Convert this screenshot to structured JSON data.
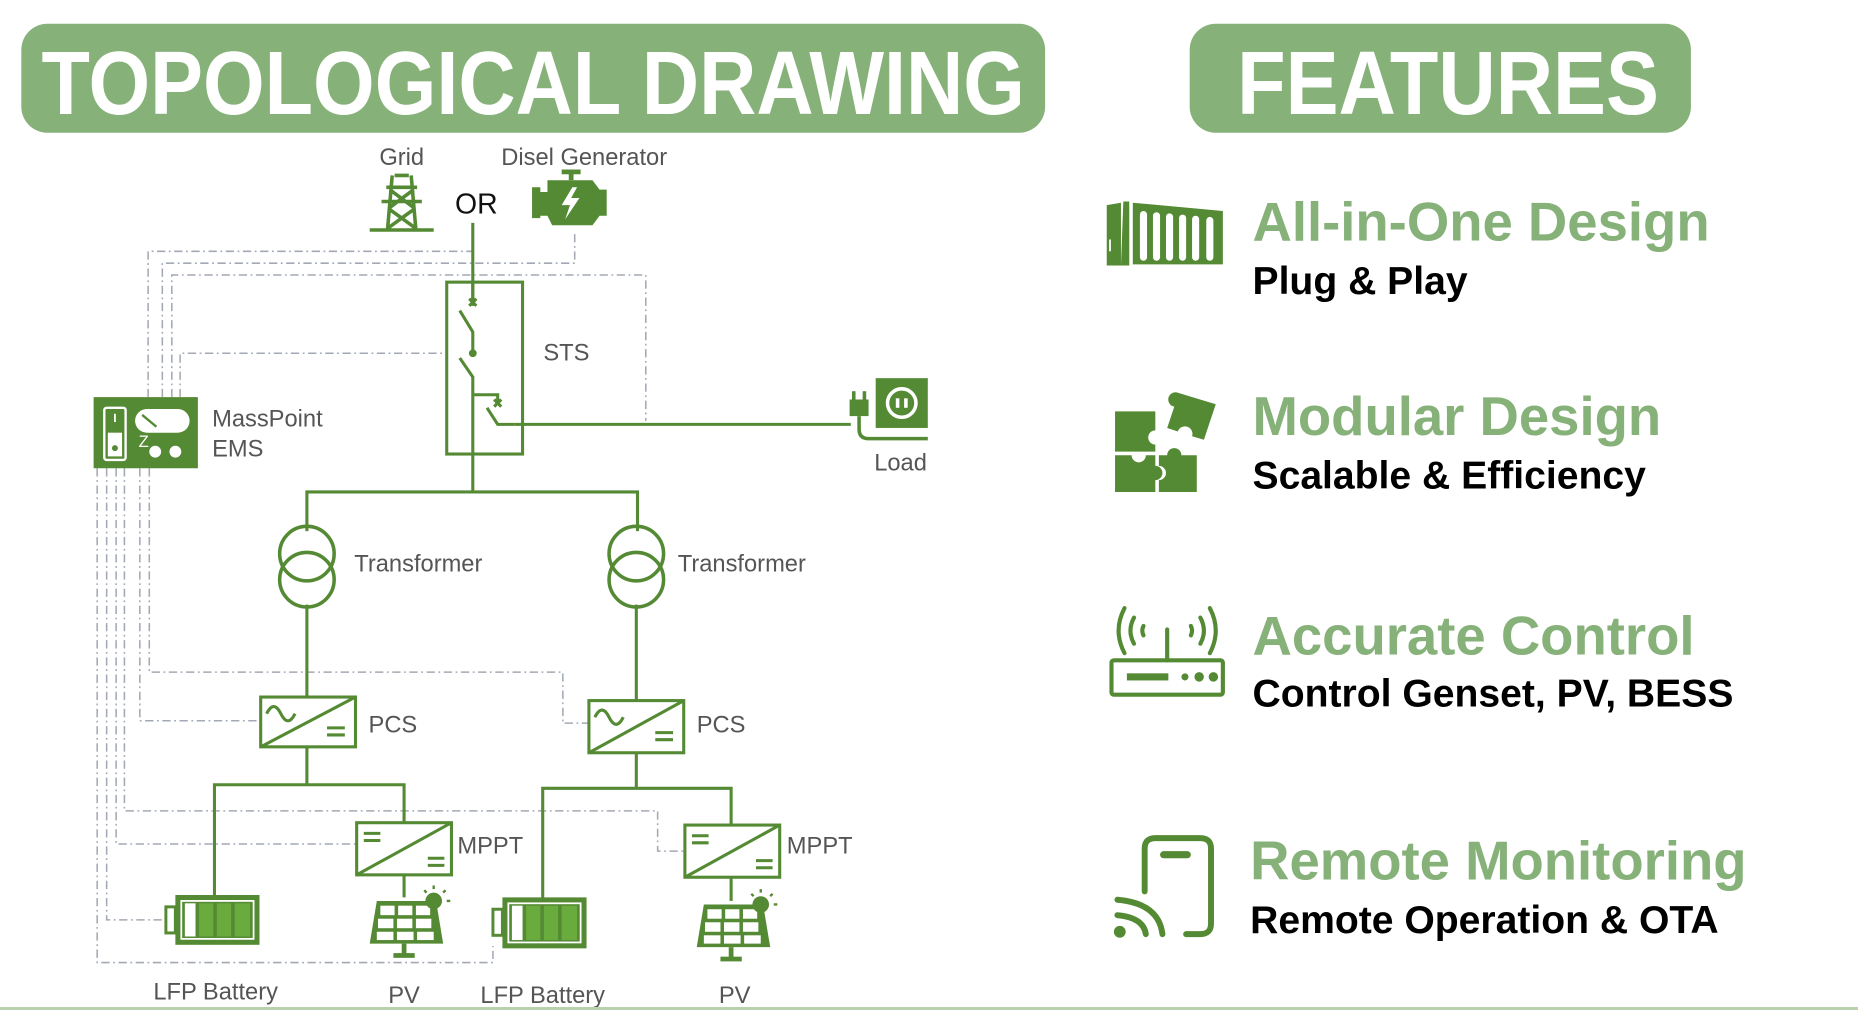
{
  "colors": {
    "banner": "#86b179",
    "icon_green": "#548a33",
    "feature_title": "#86b179",
    "control_line": "#a3a9b4",
    "label_gray": "#555555"
  },
  "left_panel": {
    "title": "TOPOLOGICAL DRAWING",
    "sources": {
      "grid_label": "Grid",
      "or_label": "OR",
      "generator_label": "Disel Generator"
    },
    "sts_label": "STS",
    "ems_label_line1": "MassPoint",
    "ems_label_line2": "EMS",
    "load_label": "Load",
    "branches": [
      {
        "transformer_label": "Transformer",
        "pcs_label": "PCS",
        "mppt_label": "MPPT",
        "battery_label": "LFP Battery",
        "pv_label": "PV"
      },
      {
        "transformer_label": "Transformer",
        "pcs_label": "PCS",
        "mppt_label": "MPPT",
        "battery_label": "LFP Battery",
        "pv_label": "PV"
      }
    ],
    "icons": {
      "grid": "transmission-tower-icon",
      "generator": "engine-icon",
      "ems": "ems-controller-icon",
      "load": "power-socket-plug-icon",
      "transformer": "transformer-symbol-icon",
      "pcs": "ac-dc-converter-icon",
      "mppt": "dc-dc-converter-icon",
      "battery": "battery-icon",
      "pv": "solar-panel-icon",
      "sts": "transfer-switch-icon"
    }
  },
  "right_panel": {
    "title": "FEATURES",
    "features": [
      {
        "icon": "container-icon",
        "title": "All-in-One Design",
        "subtitle": "Plug & Play"
      },
      {
        "icon": "puzzle-icon",
        "title": "Modular Design",
        "subtitle": "Scalable & Efficiency"
      },
      {
        "icon": "router-icon",
        "title": "Accurate Control",
        "subtitle": "Control Genset, PV, BESS"
      },
      {
        "icon": "phone-cast-icon",
        "title": "Remote Monitoring",
        "subtitle": "Remote Operation & OTA"
      }
    ]
  }
}
